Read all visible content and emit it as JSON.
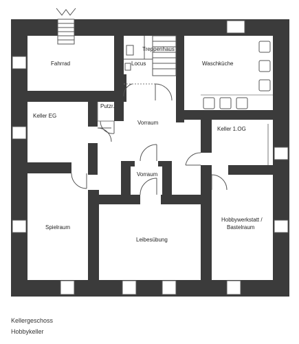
{
  "rooms": {
    "fahrrad": "Fahrrad",
    "treppenhaus": "Treppenhaus",
    "locus": "Locus",
    "waschkueche": "Waschküche",
    "keller_eg": "Keller EG",
    "putzr": "Putzr.",
    "vorraum_main": "Vorraum",
    "keller_1og": "Keller 1.OG",
    "vorraum_small": "Vorraum",
    "spielraum": "Spielraum",
    "leibesuebung": "Leibesübung",
    "hobbywerkstatt_line1": "Hobbywerkstatt  /",
    "hobbywerkstatt_line2": "Bastelraum"
  },
  "caption": {
    "line1": "Kellergeschoss",
    "line2": "Hobbykeller"
  },
  "colors": {
    "wall": "#3b3b3b",
    "background": "#ffffff",
    "line": "#555555"
  }
}
